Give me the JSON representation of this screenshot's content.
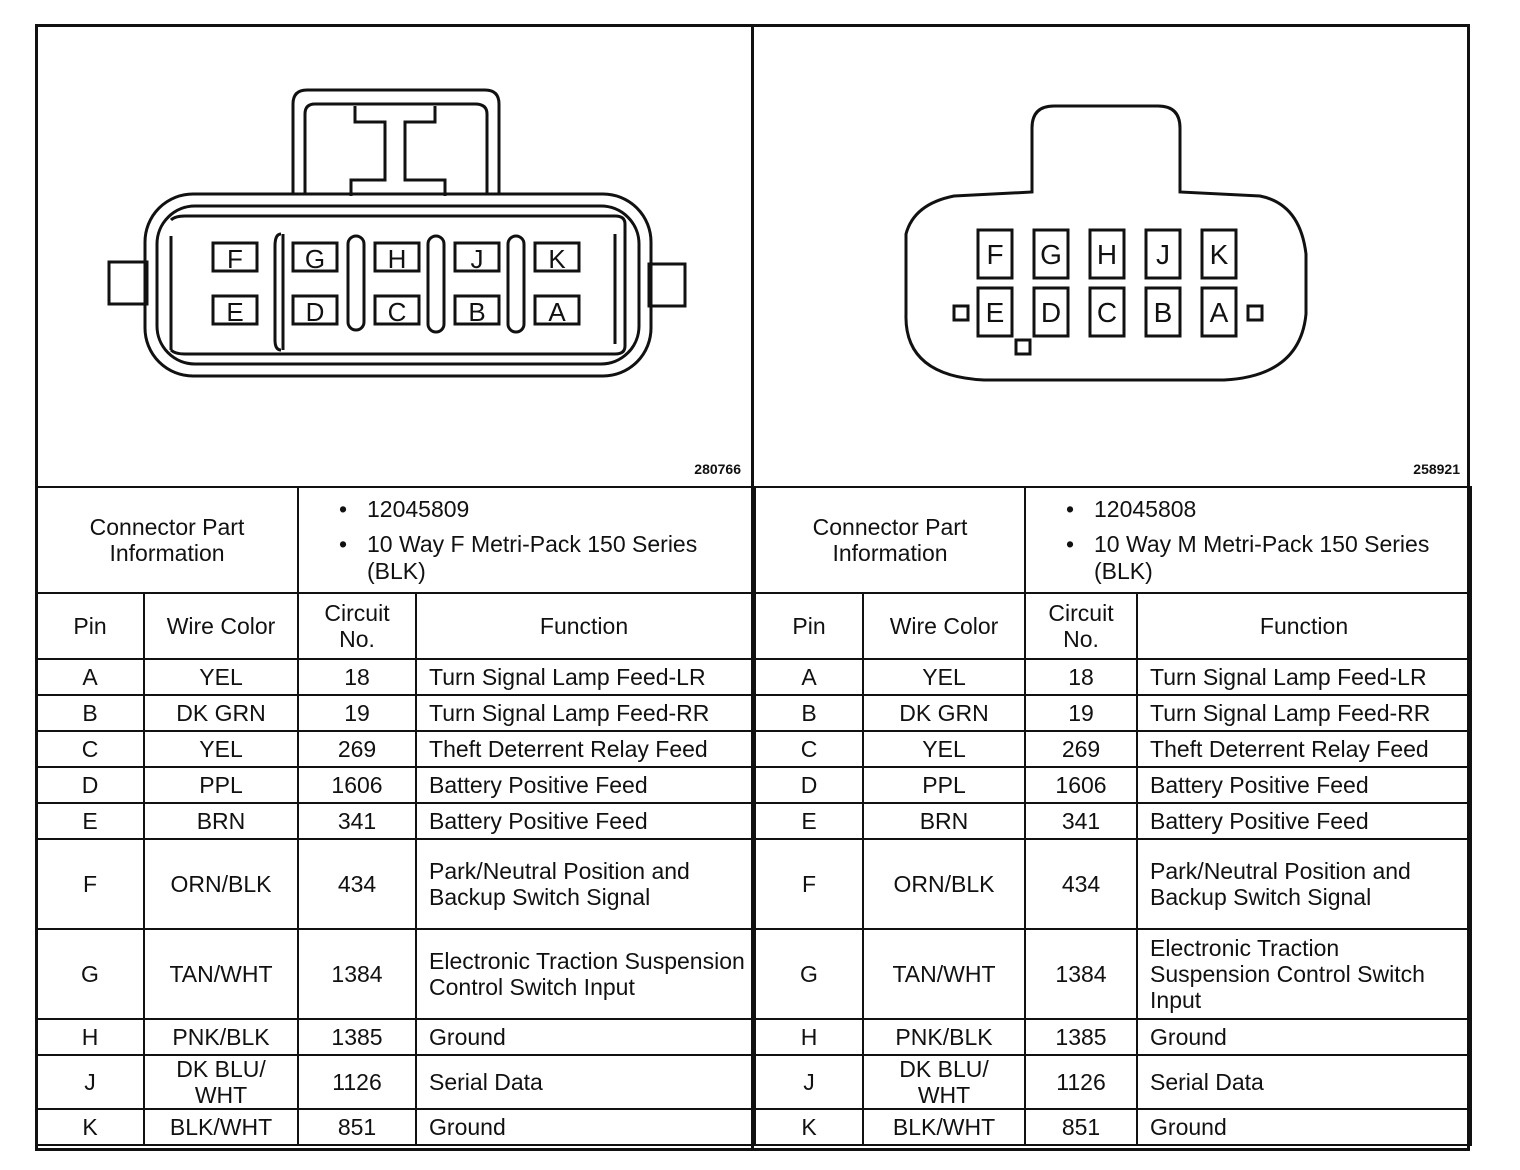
{
  "left": {
    "figure_id": "280766",
    "connector_label": "Connector Part Information",
    "parts": [
      "12045809",
      "10 Way F Metri-Pack 150 Series (BLK)"
    ],
    "pins_top": [
      "F",
      "G",
      "H",
      "J",
      "K"
    ],
    "pins_bottom": [
      "E",
      "D",
      "C",
      "B",
      "A"
    ]
  },
  "right": {
    "figure_id": "258921",
    "connector_label": "Connector Part Information",
    "parts": [
      "12045808",
      "10 Way M Metri-Pack 150 Series (BLK)"
    ],
    "pins_top": [
      "F",
      "G",
      "H",
      "J",
      "K"
    ],
    "pins_bottom": [
      "E",
      "D",
      "C",
      "B",
      "A"
    ]
  },
  "headers": {
    "pin": "Pin",
    "wire_color": "Wire Color",
    "circuit": "Circuit No.",
    "function": "Function"
  },
  "rows": [
    {
      "pin": "A",
      "wire": "YEL",
      "circuit": "18",
      "function": "Turn Signal Lamp Feed-LR"
    },
    {
      "pin": "B",
      "wire": "DK GRN",
      "circuit": "19",
      "function": "Turn Signal Lamp Feed-RR"
    },
    {
      "pin": "C",
      "wire": "YEL",
      "circuit": "269",
      "function": "Theft Deterrent Relay Feed"
    },
    {
      "pin": "D",
      "wire": "PPL",
      "circuit": "1606",
      "function": "Battery Positive Feed"
    },
    {
      "pin": "E",
      "wire": "BRN",
      "circuit": "341",
      "function": "Battery Positive Feed"
    },
    {
      "pin": "F",
      "wire": "ORN/BLK",
      "circuit": "434",
      "function": "Park/Neutral Position and Backup Switch Signal"
    },
    {
      "pin": "G",
      "wire": "TAN/WHT",
      "circuit": "1384",
      "function": "Electronic Traction Suspension Control Switch Input"
    },
    {
      "pin": "H",
      "wire": "PNK/BLK",
      "circuit": "1385",
      "function": "Ground"
    },
    {
      "pin": "J",
      "wire": "DK BLU/ WHT",
      "circuit": "1126",
      "function": "Serial Data"
    },
    {
      "pin": "K",
      "wire": "BLK/WHT",
      "circuit": "851",
      "function": "Ground"
    }
  ]
}
